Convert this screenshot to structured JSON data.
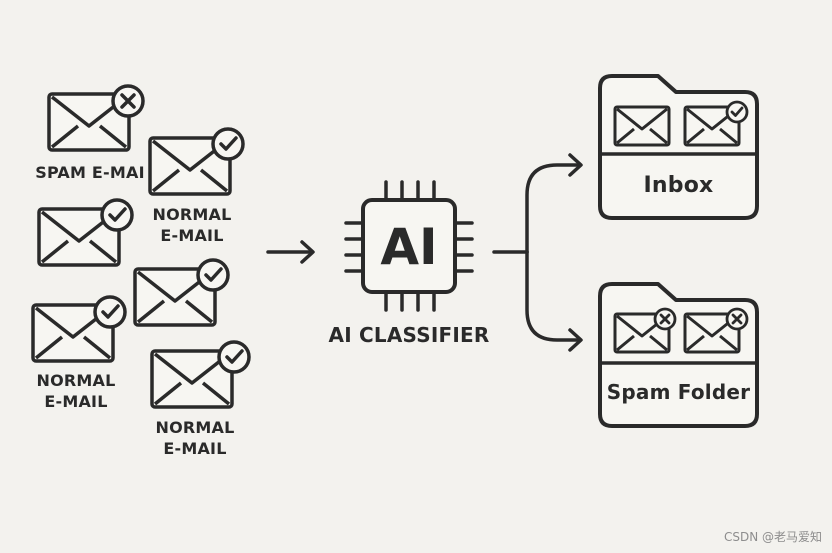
{
  "inputs": {
    "spam_label": "SPAM E-MAI",
    "normal_label_1": [
      "NORMAL",
      "E-MAIL"
    ],
    "normal_label_2": [
      "NORMAL",
      "E-MAIL"
    ],
    "normal_label_3": [
      "NORMAL",
      "E-MAIL"
    ]
  },
  "classifier": {
    "chip_text": "AI",
    "label": "AI CLASSIFIER"
  },
  "outputs": {
    "inbox_label": "Inbox",
    "spam_folder_label": "Spam Folder"
  },
  "watermark": "CSDN @老马爱知",
  "colors": {
    "background": "#f3f2ee",
    "ink": "#2a2a2a",
    "paper": "#f7f6f2"
  }
}
